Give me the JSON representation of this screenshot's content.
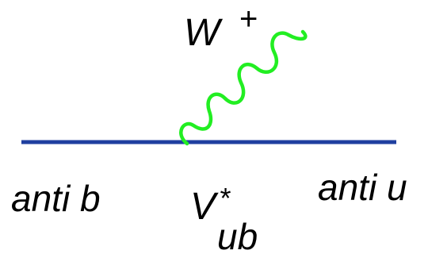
{
  "diagram": {
    "boson_label": "W",
    "boson_charge": "+",
    "incoming_label": "anti b",
    "outgoing_label": "anti u",
    "coupling": {
      "symbol": "V",
      "conjugate_mark": "*",
      "subscript": "ub"
    },
    "colors": {
      "fermion_line": "#1f3fa0",
      "boson_line": "#22ee22",
      "text": "#000000"
    }
  }
}
